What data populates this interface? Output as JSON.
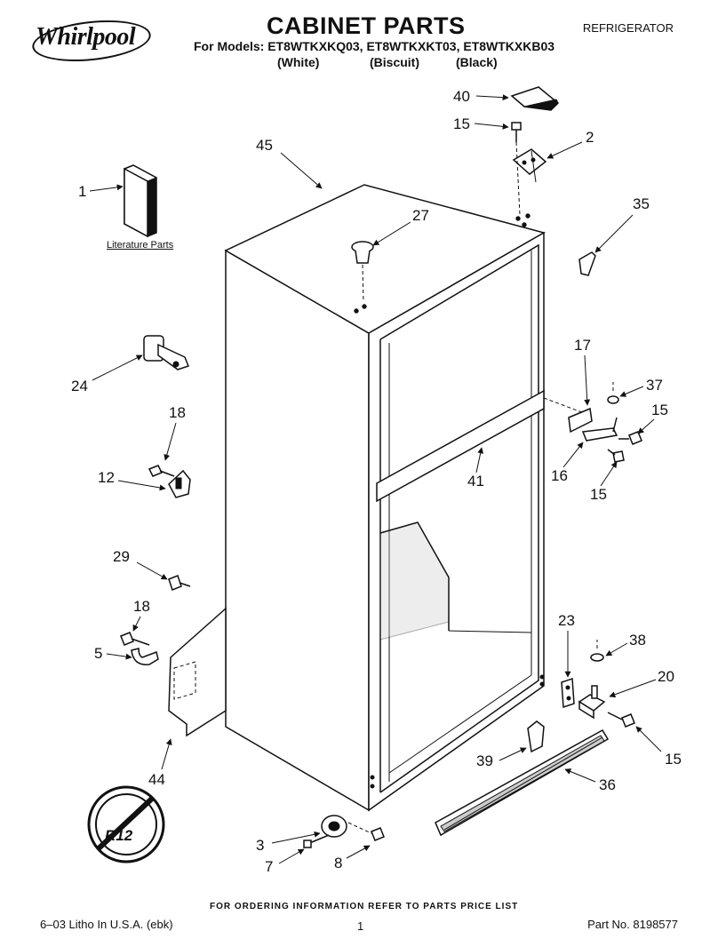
{
  "header": {
    "brand": "Whirlpool",
    "title": "CABINET PARTS",
    "models_line": "For Models: ET8WTKXKQ03, ET8WTKXKT03, ET8WTKXKB03",
    "colors": [
      "(White)",
      "(Biscuit)",
      "(Black)"
    ],
    "appliance": "REFRIGERATOR"
  },
  "diagram": {
    "literature_label": "Literature Parts",
    "callouts": [
      {
        "id": "c40",
        "text": "40"
      },
      {
        "id": "c15a",
        "text": "15"
      },
      {
        "id": "c2",
        "text": "2"
      },
      {
        "id": "c45",
        "text": "45"
      },
      {
        "id": "c1",
        "text": "1"
      },
      {
        "id": "c27",
        "text": "27"
      },
      {
        "id": "c35",
        "text": "35"
      },
      {
        "id": "c17",
        "text": "17"
      },
      {
        "id": "c24",
        "text": "24"
      },
      {
        "id": "c37",
        "text": "37"
      },
      {
        "id": "c18a",
        "text": "18"
      },
      {
        "id": "c15b",
        "text": "15"
      },
      {
        "id": "c16",
        "text": "16"
      },
      {
        "id": "c12",
        "text": "12"
      },
      {
        "id": "c41",
        "text": "41"
      },
      {
        "id": "c15c",
        "text": "15"
      },
      {
        "id": "c29",
        "text": "29"
      },
      {
        "id": "c18b",
        "text": "18"
      },
      {
        "id": "c23",
        "text": "23"
      },
      {
        "id": "c38",
        "text": "38"
      },
      {
        "id": "c5",
        "text": "5"
      },
      {
        "id": "c20",
        "text": "20"
      },
      {
        "id": "c15d",
        "text": "15"
      },
      {
        "id": "c39",
        "text": "39"
      },
      {
        "id": "c36",
        "text": "36"
      },
      {
        "id": "c44",
        "text": "44"
      },
      {
        "id": "c3",
        "text": "3"
      },
      {
        "id": "c7",
        "text": "7"
      },
      {
        "id": "c8",
        "text": "8"
      }
    ],
    "symbol_text": "R12"
  },
  "footer": {
    "ordering_note": "FOR ORDERING INFORMATION REFER TO PARTS PRICE LIST",
    "litho": "6–03 Litho In U.S.A. (ebk)",
    "page": "1",
    "part_no": "Part No. 8198577"
  }
}
